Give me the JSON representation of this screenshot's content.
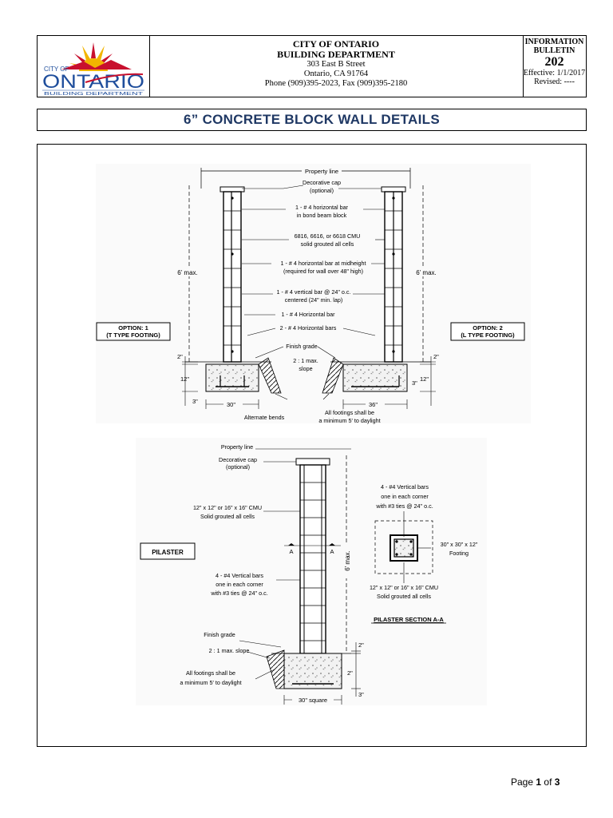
{
  "header": {
    "logo": {
      "city_of": "CITY OF",
      "name": "ONTARIO",
      "subtitle": "BUILDING DEPARTMENT"
    },
    "department": {
      "line1": "CITY OF ONTARIO",
      "line2": "BUILDING DEPARTMENT",
      "address1": "303 East B Street",
      "address2": "Ontario, CA 91764",
      "phone": "Phone (909)395-2023, Fax (909)395-2180"
    },
    "bulletin": {
      "label1": "INFORMATION",
      "label2": "BULLETIN",
      "number": "202",
      "effective": "Effective: 1/1/2017",
      "revised": "Revised: ----"
    }
  },
  "title": "6” CONCRETE BLOCK WALL DETAILS",
  "wall_detail": {
    "property_line": "Property line",
    "cap_1": "Decorative cap",
    "cap_2": "(optional)",
    "bond_1": "1 - # 4 horizontal bar",
    "bond_2": "in bond beam block",
    "cmu_1": "6816, 6616, or 6618 CMU",
    "cmu_2": "solid grouted all cells",
    "mid_1": "1 - # 4 horizontal bar at midheight",
    "mid_2": "(required for wall over 48\" high)",
    "vert_1": "1 - # 4 vertical bar @ 24\" o.c.",
    "vert_2": "centered (24\" min. lap)",
    "horiz_1": "1 - # 4 Horizontal bar",
    "horiz_2": "2 - # 4 Horizontal bars",
    "finish_grade": "Finish grade",
    "slope_1": "2 : 1 max.",
    "slope_2": "slope",
    "height_left": "6’ max.",
    "height_right": "6’ max.",
    "option1_a": "OPTION: 1",
    "option1_b": "(T TYPE FOOTING)",
    "option2_a": "OPTION: 2",
    "option2_b": "(L TYPE FOOTING)",
    "dim_2_left": "2\"",
    "dim_12_left": "12\"",
    "dim_3_left": "3\"",
    "dim_2_right": "2\"",
    "dim_12_right": "12\"",
    "dim_3_right": "3\"",
    "dim_30": "30\"",
    "dim_36": "36\"",
    "alt_bends": "Alternate bends",
    "footings_1": "All footings shall be",
    "footings_2": "a minimum 5' to daylight"
  },
  "pilaster_detail": {
    "property_line": "Property line",
    "cap_1": "Decorative cap",
    "cap_2": "(optional)",
    "cmu_1": "12\" x 12\" or 16\" x 16\" CMU",
    "cmu_2": "Solid grouted all cells",
    "label": "PILASTER",
    "section_a": "A",
    "section_a2": "A",
    "bars_1": "4 - #4 Vertical bars",
    "bars_2": "one in each corner",
    "bars_3": "with #3 ties @ 24\" o.c.",
    "height": "6’ max.",
    "finish_grade": "Finish grade",
    "slope": "2 : 1 max. slope",
    "footings_1": "All footings shall be",
    "footings_2": "a minimum 5' to daylight",
    "dim_2a": "2\"",
    "dim_2b": "2\"",
    "dim_3": "3\"",
    "dim_square": "30\" square",
    "sec_bars_1": "4 - #4 Vertical bars",
    "sec_bars_2": "one in each corner",
    "sec_bars_3": "with #3 ties @ 24\" o.c.",
    "sec_footing_1": "30\" x 30\" x 12\"",
    "sec_footing_2": "Footing",
    "sec_cmu_1": "12\" x 12\" or 16\" x 16\" CMU",
    "sec_cmu_2": "Solid grouted all cells",
    "section_title": "PILASTER SECTION A-A"
  },
  "footer": {
    "page_word": "Page",
    "page_num": "1",
    "of_word": "of",
    "page_total": "3"
  },
  "colors": {
    "title_navy": "#1f3864",
    "logo_sun": "#f2b400",
    "logo_red": "#c8102e",
    "logo_blue": "#1f4e9c"
  }
}
